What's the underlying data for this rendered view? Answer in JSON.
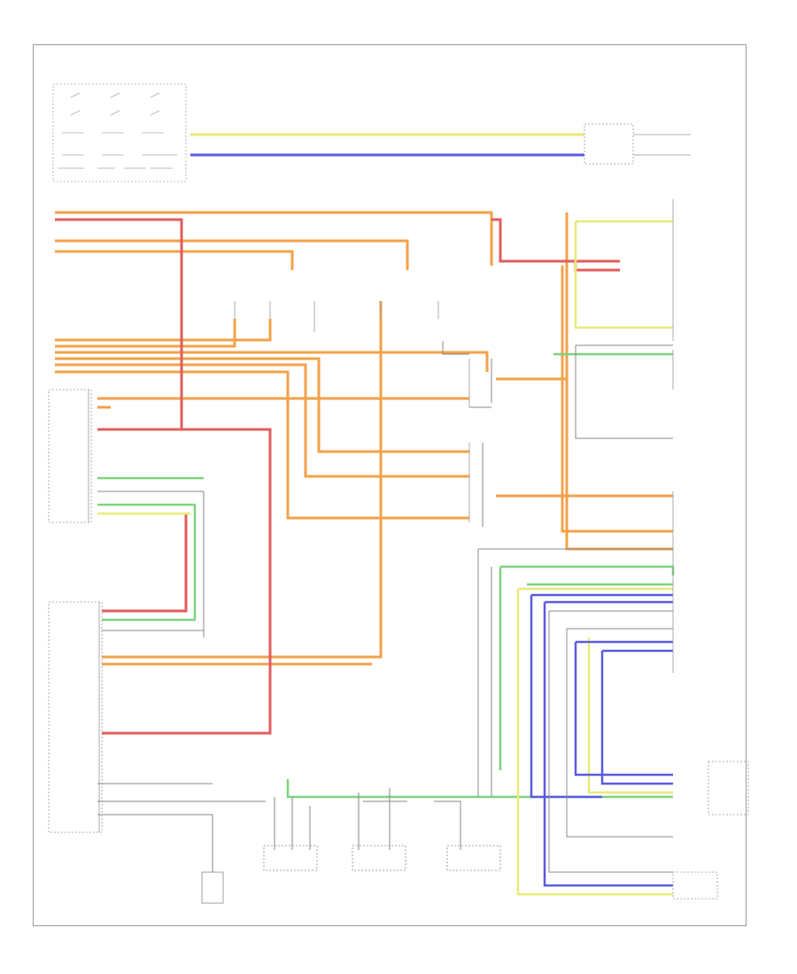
{
  "diagram": {
    "page_label": "",
    "colors": {
      "yellow": "#e9e97a",
      "blue": "#5a5ae0",
      "orange": "#f3a14a",
      "red": "#e25c5c",
      "green": "#7fd27f",
      "gray": "#9a9a9a",
      "frame": "#9a9a9a"
    },
    "connectors": [
      {
        "label": "",
        "kind": "rect"
      },
      {
        "label": "",
        "kind": "rect"
      },
      {
        "label": "",
        "kind": "rect"
      }
    ],
    "legend_note": ""
  }
}
